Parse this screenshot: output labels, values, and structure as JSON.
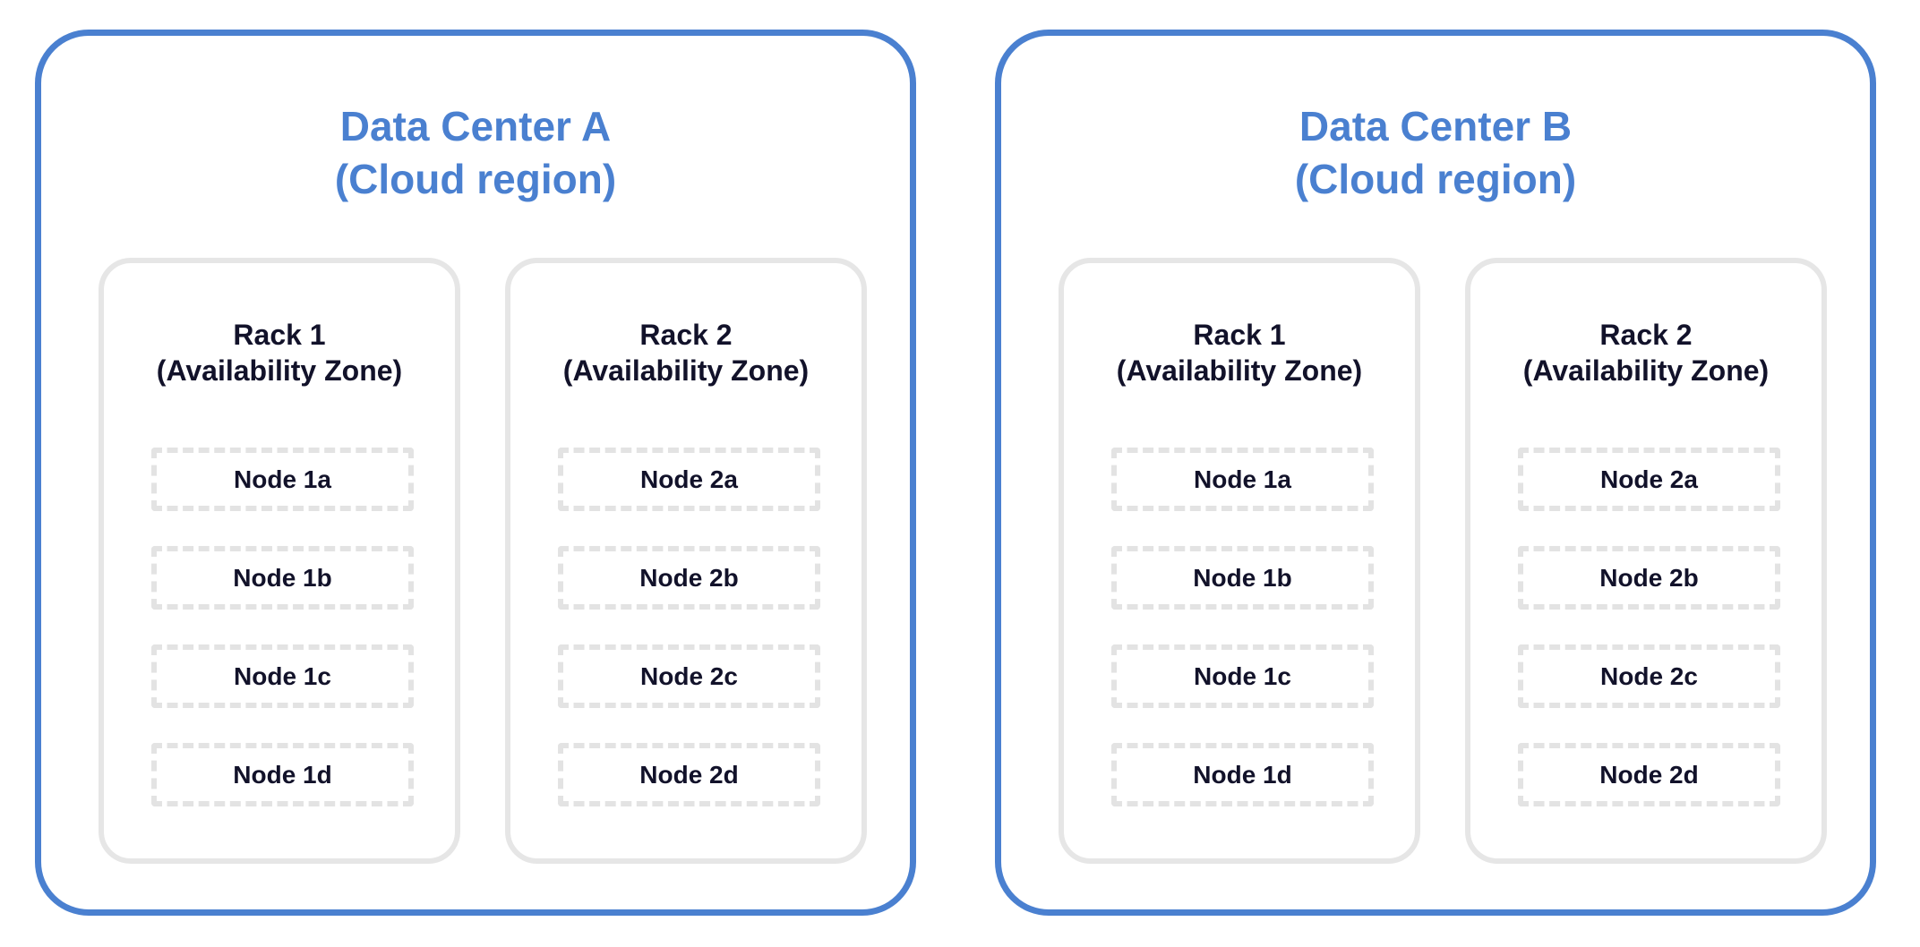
{
  "colors": {
    "data_center_border": "#4a80d0",
    "data_center_title": "#4a80d0",
    "rack_border": "#e6e6e6",
    "node_border": "#e3e3e3",
    "text_dark": "#12122a"
  },
  "data_centers": [
    {
      "title_line1": "Data Center A",
      "title_line2": "(Cloud region)",
      "racks": [
        {
          "title_line1": "Rack 1",
          "title_line2": "(Availability Zone)",
          "nodes": [
            "Node 1a",
            "Node 1b",
            "Node 1c",
            "Node 1d"
          ]
        },
        {
          "title_line1": "Rack 2",
          "title_line2": "(Availability Zone)",
          "nodes": [
            "Node 2a",
            "Node 2b",
            "Node 2c",
            "Node 2d"
          ]
        }
      ]
    },
    {
      "title_line1": "Data Center B",
      "title_line2": "(Cloud region)",
      "racks": [
        {
          "title_line1": "Rack 1",
          "title_line2": "(Availability Zone)",
          "nodes": [
            "Node 1a",
            "Node 1b",
            "Node 1c",
            "Node 1d"
          ]
        },
        {
          "title_line1": "Rack 2",
          "title_line2": "(Availability Zone)",
          "nodes": [
            "Node 2a",
            "Node 2b",
            "Node 2c",
            "Node 2d"
          ]
        }
      ]
    }
  ]
}
